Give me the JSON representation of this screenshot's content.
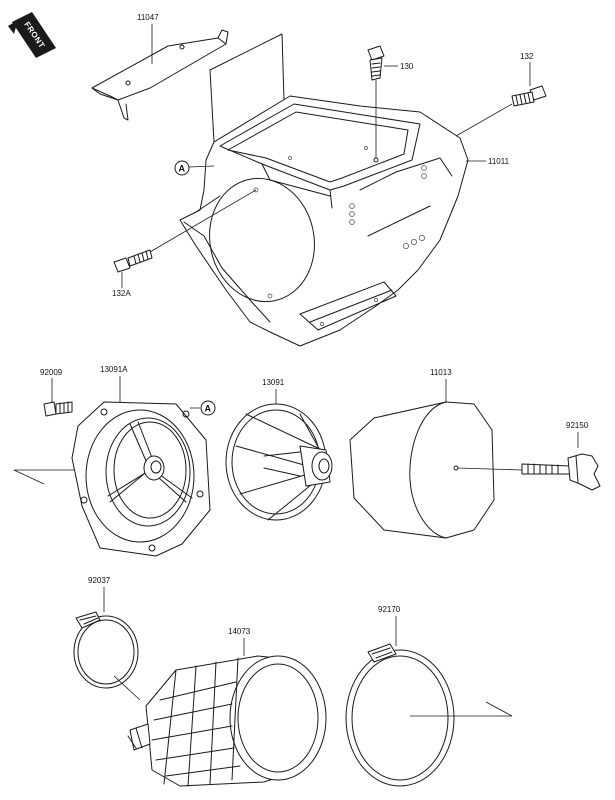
{
  "front_badge": "FRONT",
  "ref_marker": "A",
  "parts": {
    "bracket": "11047",
    "bolt_130": "130",
    "bolt_132": "132",
    "airbox": "11011",
    "bolt_132a": "132A",
    "bolt_92009": "92009",
    "holder_13091a": "13091A",
    "cage_13091": "13091",
    "filter_element": "11013",
    "wing_bolt": "92150",
    "clamp_92037": "92037",
    "duct_14073": "14073",
    "clamp_92170": "92170"
  }
}
